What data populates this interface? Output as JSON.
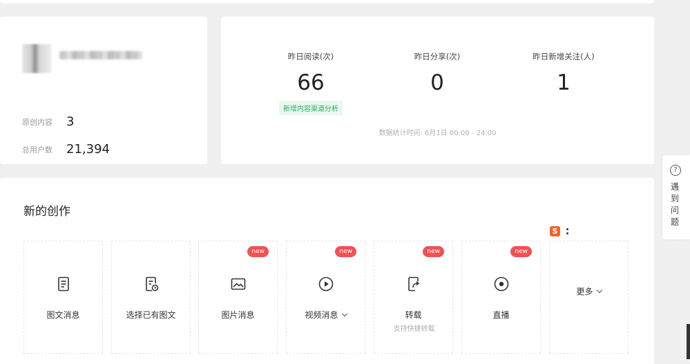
{
  "account": {
    "stats": [
      {
        "label": "原创内容",
        "value": "3"
      },
      {
        "label": "总用户数",
        "value": "21,394"
      }
    ]
  },
  "metrics": {
    "items": [
      {
        "label": "昨日阅读(次)",
        "value": "66"
      },
      {
        "label": "昨日分享(次)",
        "value": "0"
      },
      {
        "label": "昨日新增关注(人)",
        "value": "1"
      }
    ],
    "tag": "新增内容渠道分析",
    "footnote": "数据统计时间: 6月1日 00:00 - 24:00"
  },
  "create": {
    "title": "新的创作",
    "toolbar_logo": "S",
    "new_badge": "new",
    "tiles": [
      {
        "label": "图文消息",
        "icon": "document-icon",
        "is_new": false
      },
      {
        "label": "选择已有图文",
        "icon": "document-clock-icon",
        "is_new": false
      },
      {
        "label": "图片消息",
        "icon": "image-icon",
        "is_new": true
      },
      {
        "label": "视频消息",
        "icon": "play-icon",
        "is_new": true,
        "dropdown": true
      },
      {
        "label": "转载",
        "sub": "支持快捷转载",
        "icon": "share-document-icon",
        "is_new": true
      },
      {
        "label": "直播",
        "icon": "live-icon",
        "is_new": true
      },
      {
        "label": "更多",
        "dropdown": true,
        "is_new": false
      }
    ]
  },
  "help": {
    "label": "遇到问题",
    "icon": "?"
  },
  "colors": {
    "background": "#f0f0f0",
    "new_badge": "#f05252",
    "tag_green": "#2aae67"
  }
}
